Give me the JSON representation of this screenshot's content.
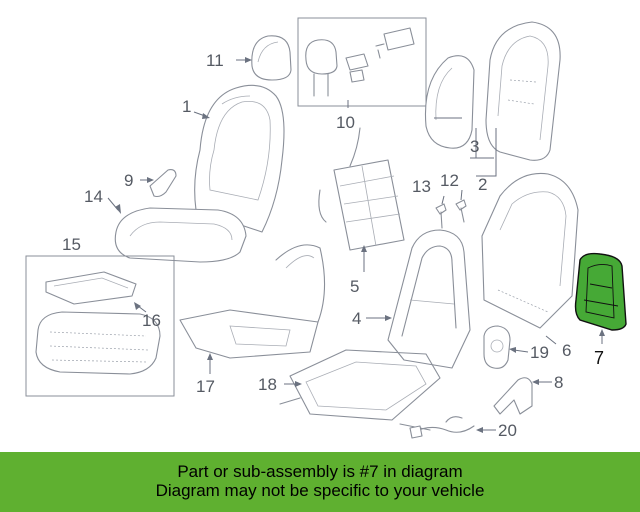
{
  "callouts": {
    "c1": "1",
    "c2": "2",
    "c3": "3",
    "c4": "4",
    "c5": "5",
    "c6": "6",
    "c7": "7",
    "c8": "8",
    "c9": "9",
    "c10": "10",
    "c11": "11",
    "c12": "12",
    "c13": "13",
    "c14": "14",
    "c15": "15",
    "c16": "16",
    "c17": "17",
    "c18": "18",
    "c19": "19",
    "c20": "20"
  },
  "highlight": {
    "part_number": "7",
    "color": "#46a936"
  },
  "banner": {
    "line1": "Part or sub-assembly is #7 in diagram",
    "line2": "Diagram may not be specific to your vehicle",
    "background": "#5fb030"
  }
}
